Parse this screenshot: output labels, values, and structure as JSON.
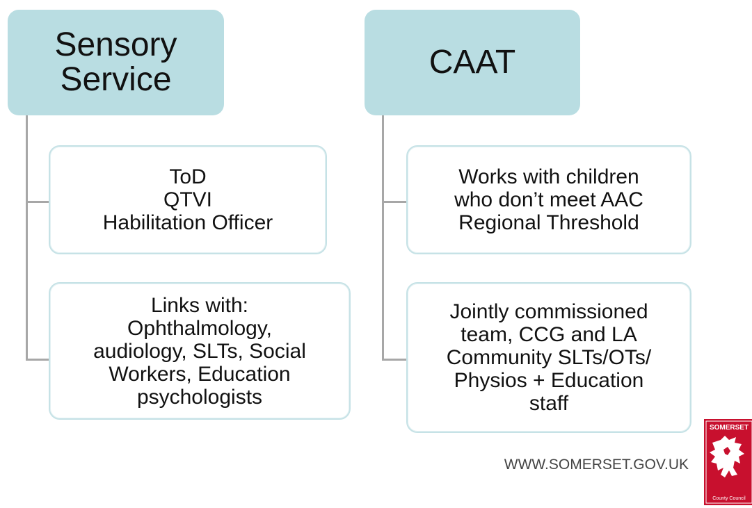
{
  "columns": [
    {
      "header": "Sensory\nService",
      "children": [
        "ToD\nQTVI\nHabilitation Officer",
        "Links with:\nOphthalmology,\naudiology, SLTs, Social\nWorkers, Education\npsychologists"
      ]
    },
    {
      "header": "CAAT",
      "children": [
        "Works with children\nwho don’t meet AAC\nRegional Threshold",
        "Jointly commissioned\nteam, CCG and LA\nCommunity SLTs/OTs/\nPhysios + Education\nstaff"
      ]
    }
  ],
  "footer": {
    "website": "WWW.SOMERSET.GOV.UK",
    "logo_top_text": "SOMERSET",
    "logo_bottom_text": "County Council"
  },
  "colors": {
    "header_fill": "#b9dde2",
    "child_border": "#c6e2e6",
    "connector": "#a7a7a7",
    "logo_red": "#c8102e"
  }
}
